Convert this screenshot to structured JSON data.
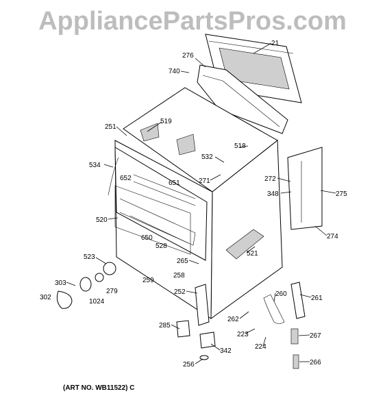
{
  "watermark": "AppliancePartsPros.com",
  "art_number": "(ART NO. WB11522) C",
  "callouts": [
    "21",
    "276",
    "740",
    "519",
    "251",
    "518",
    "532",
    "534",
    "652",
    "651",
    "271",
    "272",
    "275",
    "348",
    "520",
    "274",
    "650",
    "528",
    "521",
    "523",
    "265",
    "259",
    "258",
    "303",
    "279",
    "302",
    "1024",
    "252",
    "260",
    "261",
    "262",
    "223",
    "285",
    "224",
    "267",
    "342",
    "256",
    "266"
  ]
}
